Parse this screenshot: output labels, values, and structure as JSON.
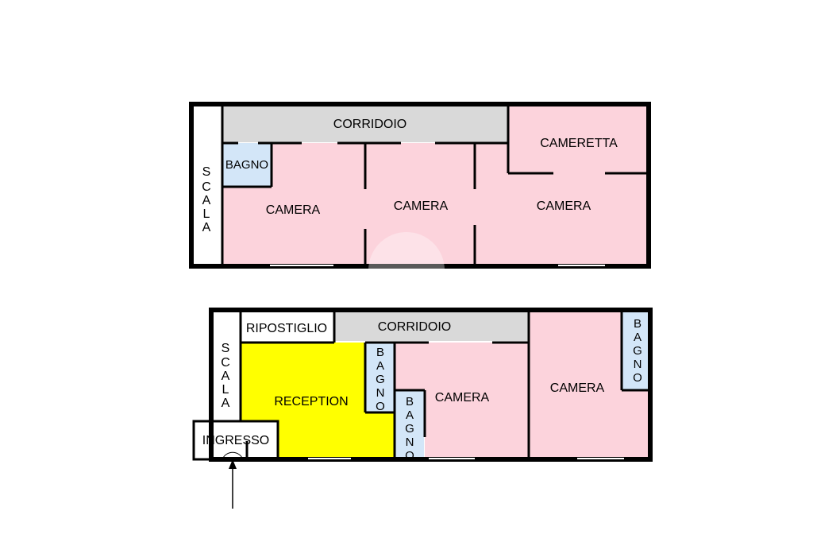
{
  "upper_floor": {
    "corridor": "CORRIDOIO",
    "bathroom": "BAGNO",
    "stair": [
      "S",
      "C",
      "A",
      "L",
      "A"
    ],
    "room_1": "CAMERA",
    "room_2": "CAMERA",
    "room_3": "CAMERA",
    "small_room": "CAMERETTA"
  },
  "lower_floor": {
    "storage": "RIPOSTIGLIO",
    "corridor": "CORRIDOIO",
    "stair": [
      "S",
      "C",
      "A",
      "L",
      "A"
    ],
    "reception": "RECEPTION",
    "entrance": "INGRESSO",
    "bathroom_1": [
      "B",
      "A",
      "G",
      "N",
      "O"
    ],
    "bathroom_2": [
      "B",
      "A",
      "G",
      "N",
      "O"
    ],
    "bathroom_3": [
      "B",
      "A",
      "G",
      "N",
      "O"
    ],
    "room_1": "CAMERA",
    "room_2": "CAMERA"
  },
  "colors": {
    "bedroom": "#fcd3dc",
    "corridor": "#d9d9d9",
    "bathroom": "#d3e6f8",
    "reception": "#ffff00",
    "stair": "#ffffff"
  }
}
